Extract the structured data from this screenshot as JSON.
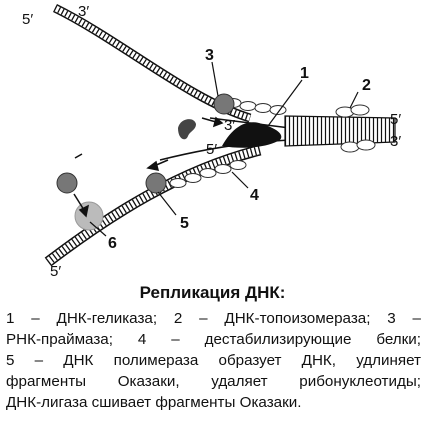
{
  "labels": {
    "five_prime": "5′",
    "three_prime": "3′",
    "n1": "1",
    "n2": "2",
    "n3": "3",
    "n4": "4",
    "n5": "5",
    "n6": "6"
  },
  "caption": {
    "title": "Репликация ДНК:",
    "lines": [
      "1 – ДНК-геликаза; 2 – ДНК-топоизомераза; 3 –",
      "РНК-праймаза; 4 – дестабилизирующие белки;",
      "5 – ДНК полимераза образует ДНК, удлиняет",
      "фрагменты Оказаки, удаляет рибонуклеотиды;",
      "ДНК-лигаза сшивает фрагменты Оказаки."
    ]
  }
}
